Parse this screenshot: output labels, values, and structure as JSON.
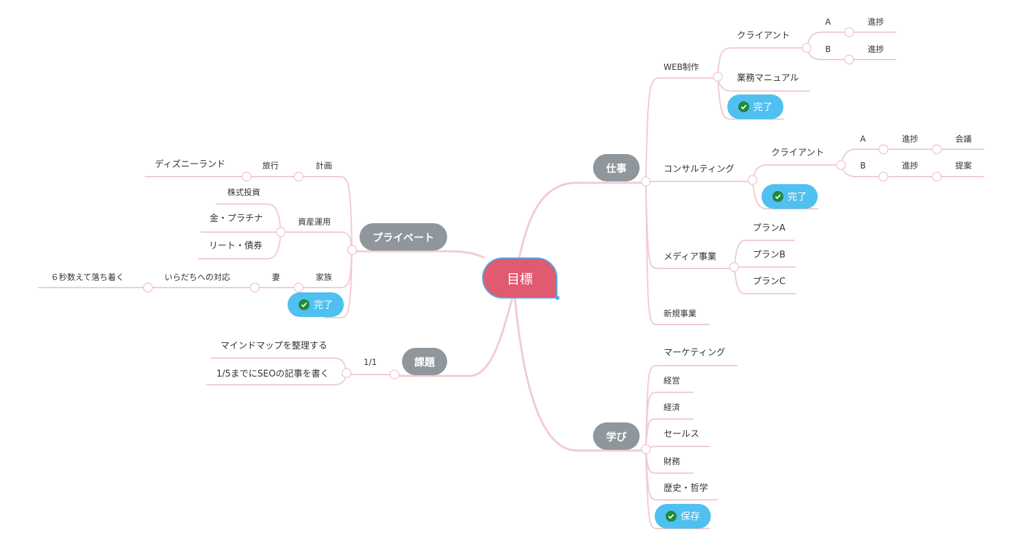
{
  "root": {
    "label": "目標"
  },
  "colors": {
    "branch": "#f2cbd3",
    "root": "#e05a70",
    "topic": "#8f979c",
    "badge": "#4fc0f0",
    "check": "#1f8a3a"
  },
  "work": {
    "label": "仕事",
    "web": {
      "label": "WEB制作",
      "client": "クライアント",
      "a": "A",
      "a_progress": "進捗",
      "b": "B",
      "b_progress": "進捗",
      "manual": "業務マニュアル",
      "done": "完了"
    },
    "consulting": {
      "label": "コンサルティング",
      "client": "クライアント",
      "a": "A",
      "a_progress": "進捗",
      "a_meeting": "会議",
      "b": "B",
      "b_progress": "進捗",
      "b_proposal": "提案",
      "done": "完了"
    },
    "media": {
      "label": "メディア事業",
      "plan_a": "プランA",
      "plan_b": "プランB",
      "plan_c": "プランC"
    },
    "new_biz": "新規事業"
  },
  "study": {
    "label": "学び",
    "items": [
      "マーケティング",
      "経営",
      "経済",
      "セールス",
      "財務",
      "歴史・哲学"
    ],
    "save": "保存"
  },
  "private": {
    "label": "プライベート",
    "plan": "計画",
    "travel": "旅行",
    "disney": "ディズニーランド",
    "asset": "資産運用",
    "stock": "株式投資",
    "gold": "金・プラチナ",
    "reit": "リート・債券",
    "family": "家族",
    "wife": "妻",
    "irritation": "いらだちへの対応",
    "six_sec": "６秒数えて落ち着く",
    "done": "完了"
  },
  "tasks": {
    "label": "課題",
    "ratio": "1/1",
    "organize": "マインドマップを整理する",
    "seo": "1/5までにSEOの記事を書く"
  }
}
